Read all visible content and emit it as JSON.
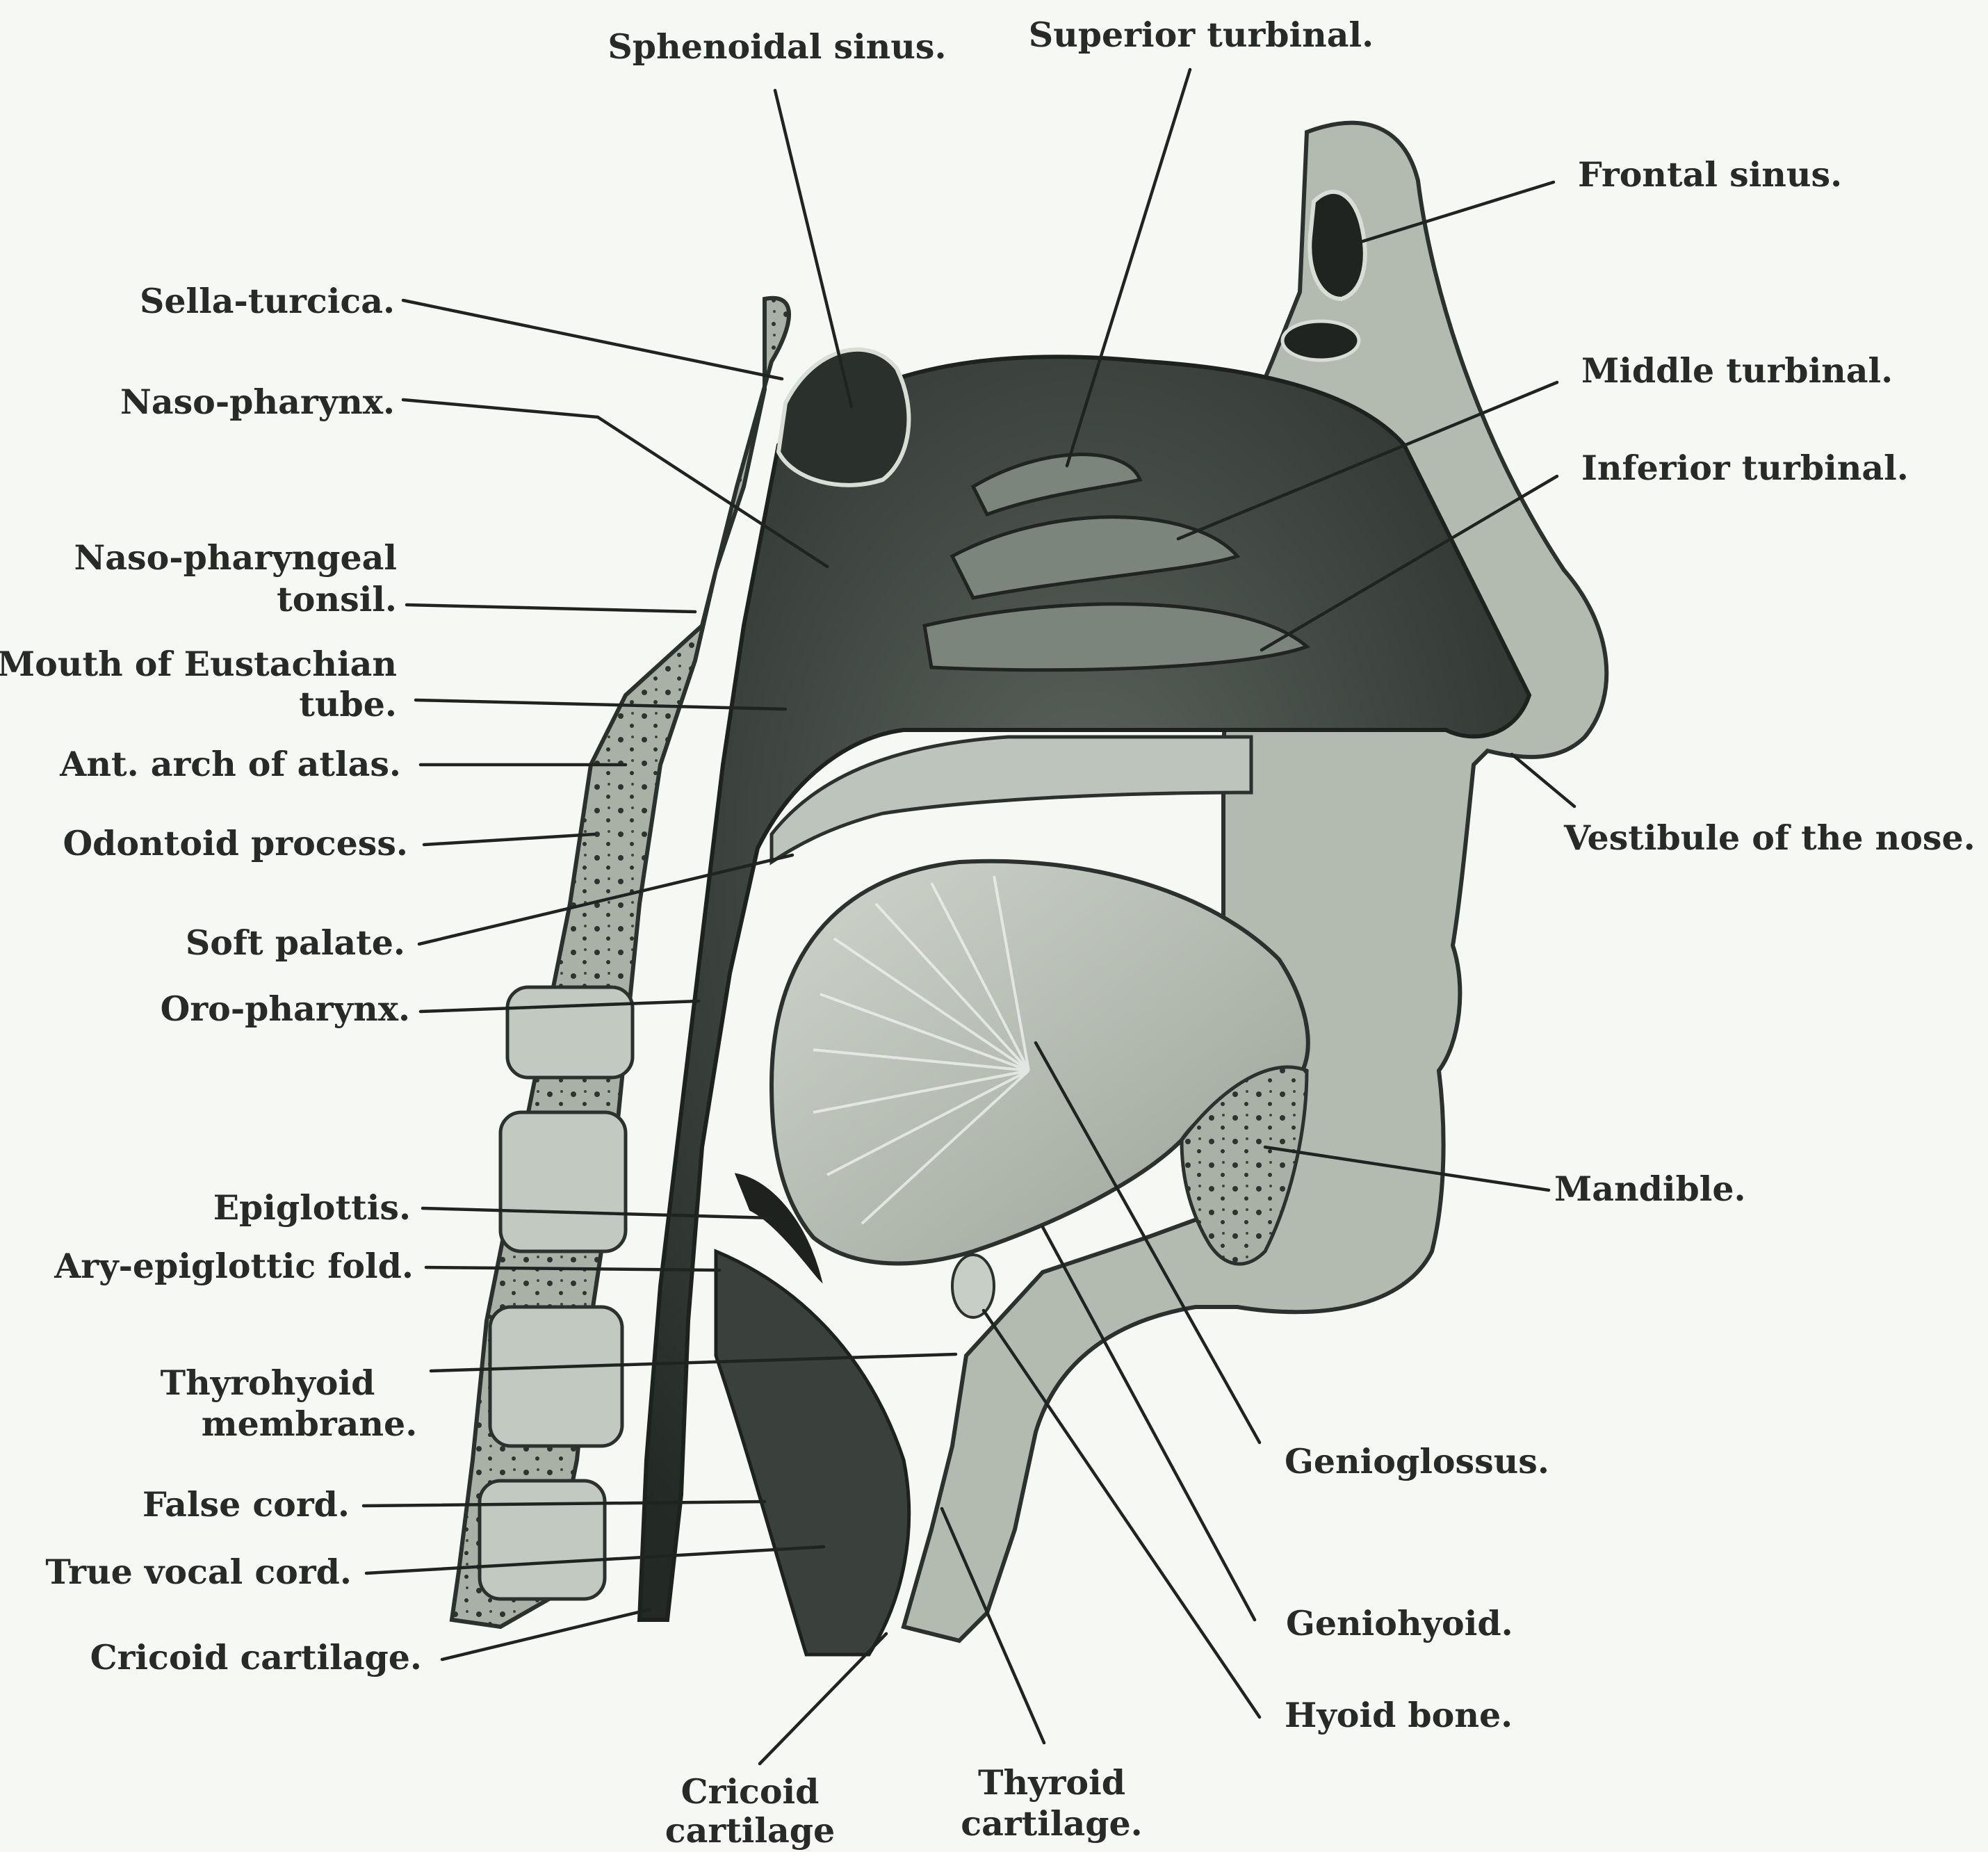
{
  "labels": {
    "sphenoidal_sinus": "Sphenoidal sinus.",
    "superior_turbinal": "Superior turbinal.",
    "frontal_sinus": "Frontal sinus.",
    "sella_turcica": "Sella-turcica.",
    "naso_pharynx": "Naso-pharynx.",
    "middle_turbinal": "Middle turbinal.",
    "inferior_turbinal": "Inferior turbinal.",
    "naso_pharyngeal_tonsil_1": "Naso-pharyngeal",
    "naso_pharyngeal_tonsil_2": "tonsil.",
    "mouth_eustachian_1": "Mouth of Eustachian",
    "mouth_eustachian_2": "tube.",
    "ant_arch_atlas": "Ant. arch of atlas.",
    "odontoid_process": "Odontoid process.",
    "vestibule_nose": "Vestibule of the nose.",
    "soft_palate": "Soft palate.",
    "oro_pharynx": "Oro-pharynx.",
    "mandible": "Mandible.",
    "epiglottis": "Epiglottis.",
    "ary_epiglottic_fold": "Ary-epiglottic fold.",
    "thyrohyoid_1": "Thyrohyoid",
    "thyrohyoid_2": "membrane.",
    "genioglossus": "Genioglossus.",
    "false_cord": "False cord.",
    "true_vocal_cord": "True vocal cord.",
    "geniohyoid": "Geniohyoid.",
    "cricoid_cartilage_left": "Cricoid cartilage.",
    "hyoid_bone": "Hyoid bone.",
    "cricoid_cartilage_bottom_1": "Cricoid",
    "cricoid_cartilage_bottom_2": "cartilage",
    "thyroid_cartilage_1": "Thyroid",
    "thyroid_cartilage_2": "cartilage."
  },
  "colors": {
    "background": "#f6f8f4",
    "tissue_light": "#b9c0b7",
    "tissue_mid": "#8e978d",
    "cavity_dark": "#2b312d",
    "ink": "#262b27"
  }
}
